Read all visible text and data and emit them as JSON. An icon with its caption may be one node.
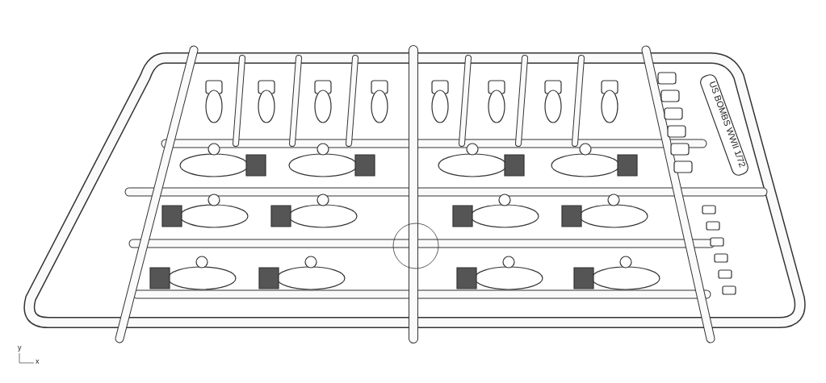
{
  "diagram": {
    "labels": [
      "US BOMBS WWII 1/72",
      "y",
      "x"
    ]
  }
}
